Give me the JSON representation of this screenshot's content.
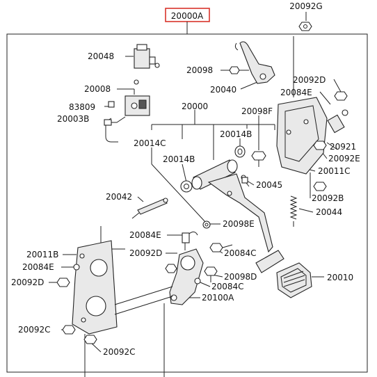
{
  "title": "20000A",
  "highlight_color": "#d9342b",
  "labels": {
    "l20092G": "20092G",
    "l20048": "20048",
    "l20098_top": "20098",
    "l20040": "20040",
    "l20092D_top": "20092D",
    "l20008": "20008",
    "l20084E_top": "20084E",
    "l20000": "20000",
    "l83809": "83809",
    "l20003B": "20003B",
    "l20098F": "20098F",
    "l20014C": "20014C",
    "l20014B_right": "20014B",
    "l20921": "20921",
    "l20092E": "20092E",
    "l20014B_left": "20014B",
    "l20011C": "20011C",
    "l20045": "20045",
    "l20042": "20042",
    "l20092B": "20092B",
    "l20044": "20044",
    "l20084E_mid": "20084E",
    "l20098E": "20098E",
    "l20011B": "20011B",
    "l20092D_mid": "20092D",
    "l20084C_right": "20084C",
    "l20084E_left": "20084E",
    "l20098D": "20098D",
    "l20010": "20010",
    "l20092D_left": "20092D",
    "l20084C_low": "20084C",
    "l20100A": "20100A",
    "l20092C_left": "20092C",
    "l20092C_bottom": "20092C"
  }
}
